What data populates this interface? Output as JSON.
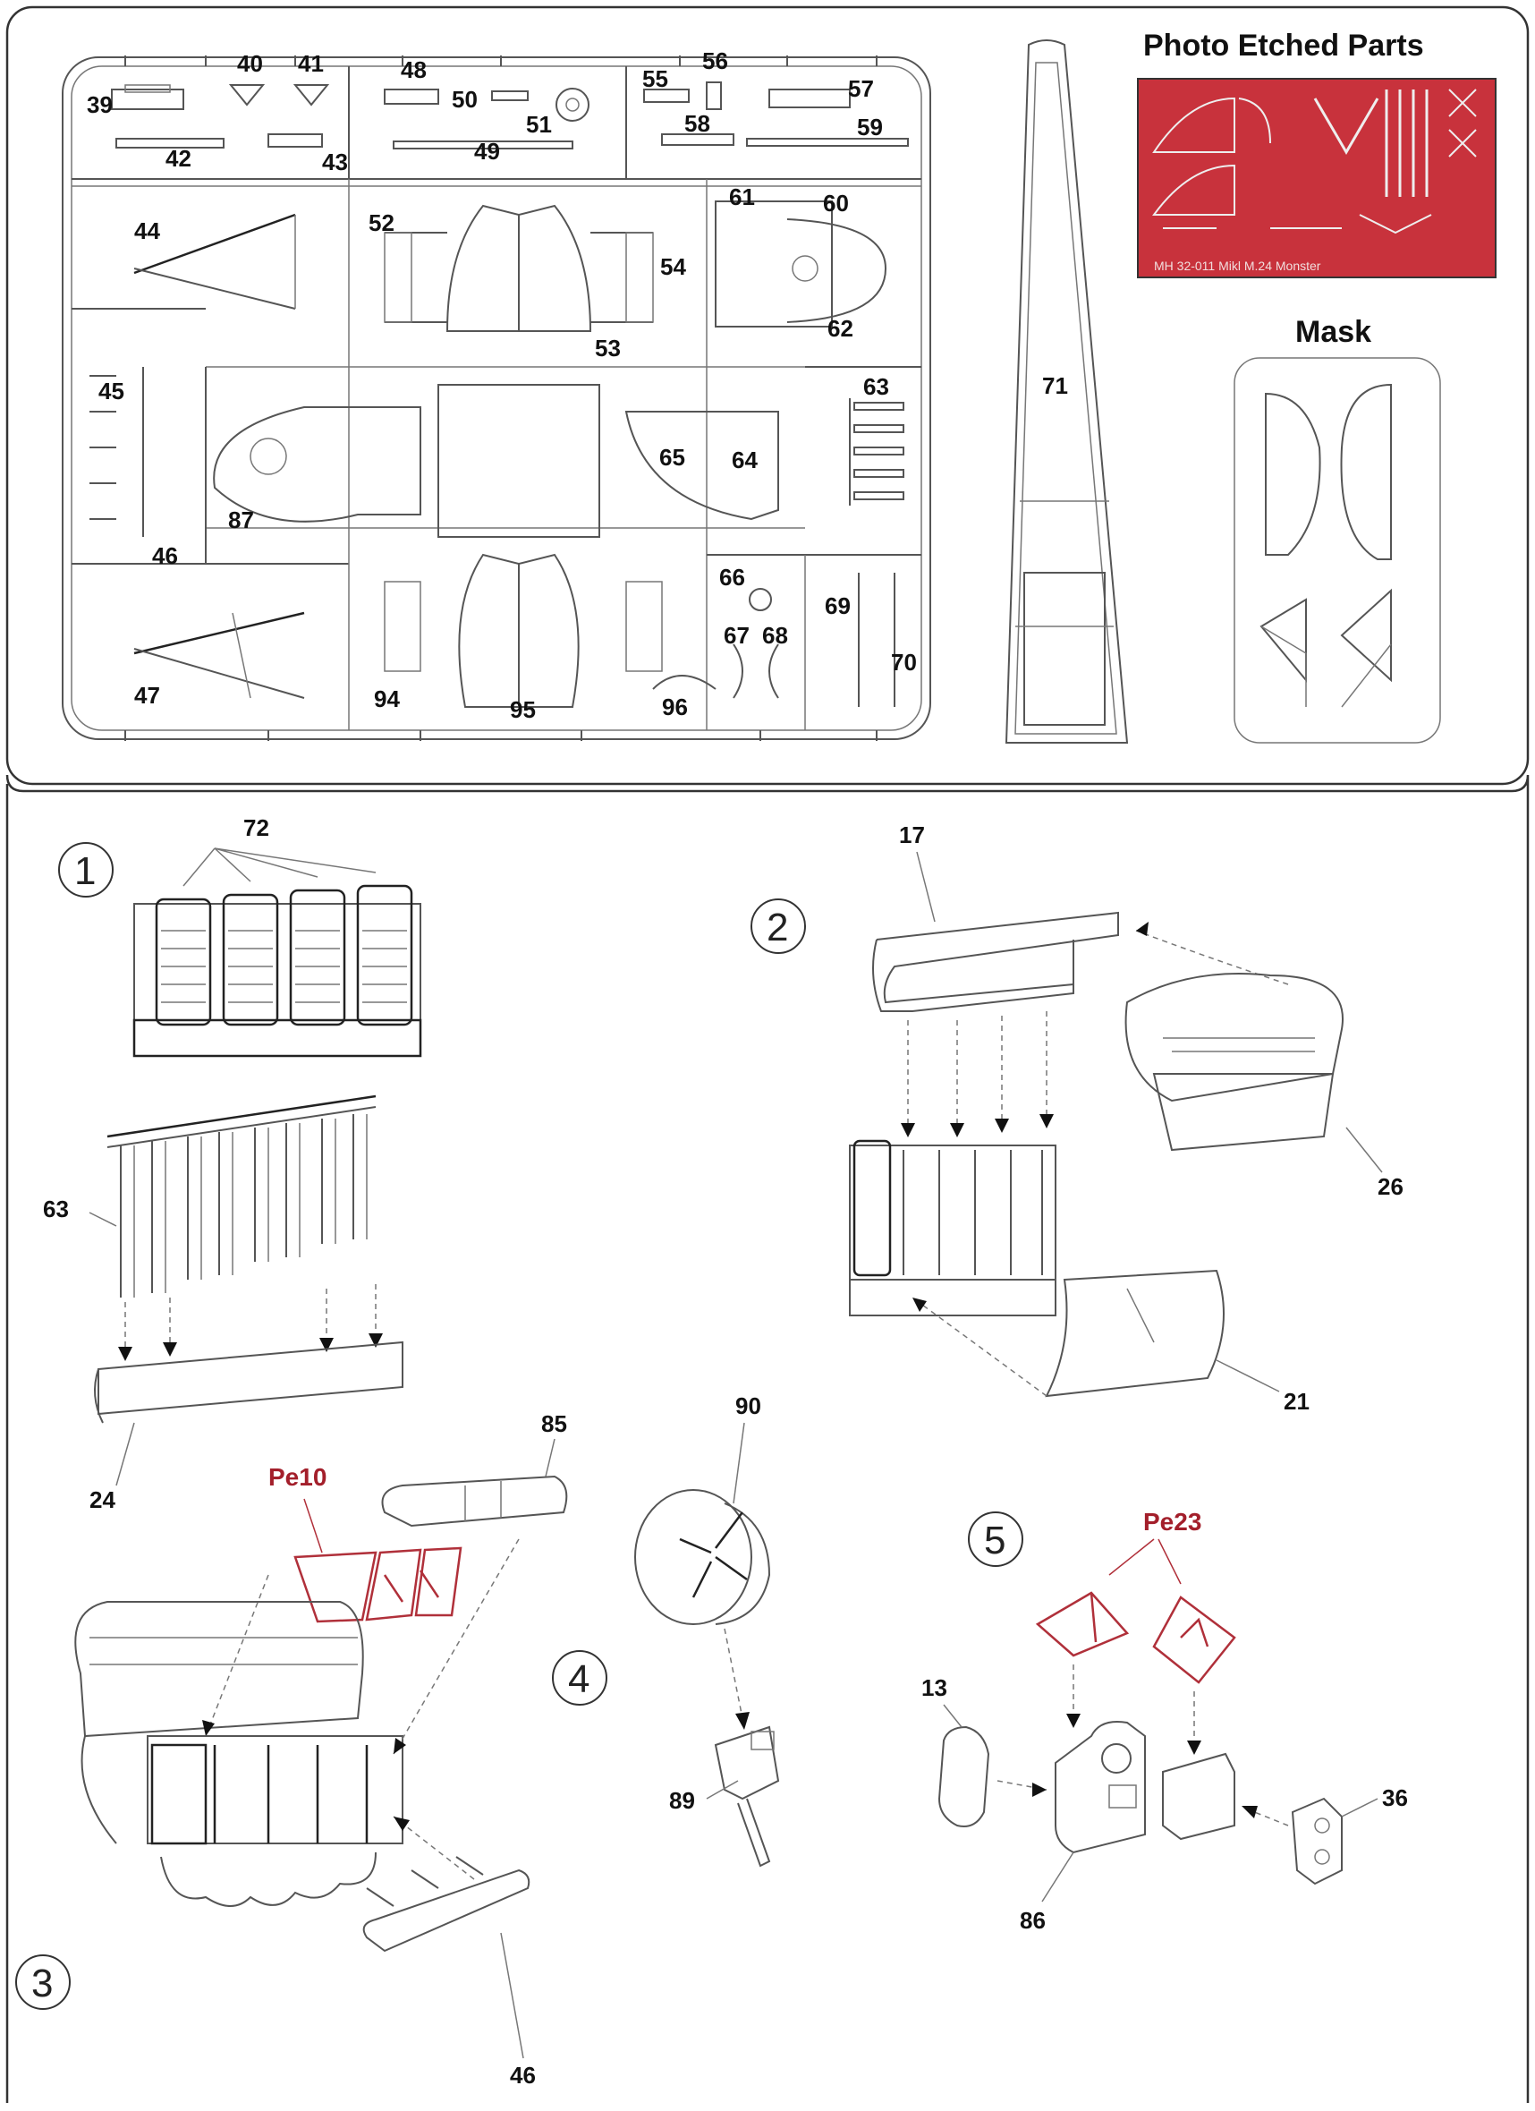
{
  "header": {
    "photo_etched_title": "Photo Etched Parts",
    "photo_etched_fret_text": "MH 32-011  Mikl M.24 Monster",
    "mask_title": "Mask"
  },
  "sprue_labels": {
    "p39": "39",
    "p40": "40",
    "p41": "41",
    "p42": "42",
    "p43": "43",
    "p44": "44",
    "p45": "45",
    "p46": "46",
    "p47": "47",
    "p48": "48",
    "p49": "49",
    "p50": "50",
    "p51": "51",
    "p52": "52",
    "p53": "53",
    "p54": "54",
    "p55": "55",
    "p56": "56",
    "p57": "57",
    "p58": "58",
    "p59": "59",
    "p60": "60",
    "p61": "61",
    "p62": "62",
    "p63": "63",
    "p64": "64",
    "p65": "65",
    "p66": "66",
    "p67": "67",
    "p68": "68",
    "p69": "69",
    "p70": "70",
    "p71": "71",
    "p87": "87",
    "p94": "94",
    "p95": "95",
    "p96": "96"
  },
  "steps": [
    {
      "number": "1",
      "parts": [
        "72",
        "63",
        "24"
      ]
    },
    {
      "number": "2",
      "parts": [
        "17",
        "26",
        "21"
      ]
    },
    {
      "number": "3",
      "parts": [
        "85",
        "46"
      ],
      "photo_etch": "Pe10"
    },
    {
      "number": "4",
      "parts": [
        "90",
        "89"
      ]
    },
    {
      "number": "5",
      "parts": [
        "13",
        "36",
        "86"
      ],
      "photo_etch": "Pe23"
    }
  ],
  "colors": {
    "photo_etch": "#b0303a",
    "fret_bg": "#c8323c",
    "line": "#555555"
  }
}
